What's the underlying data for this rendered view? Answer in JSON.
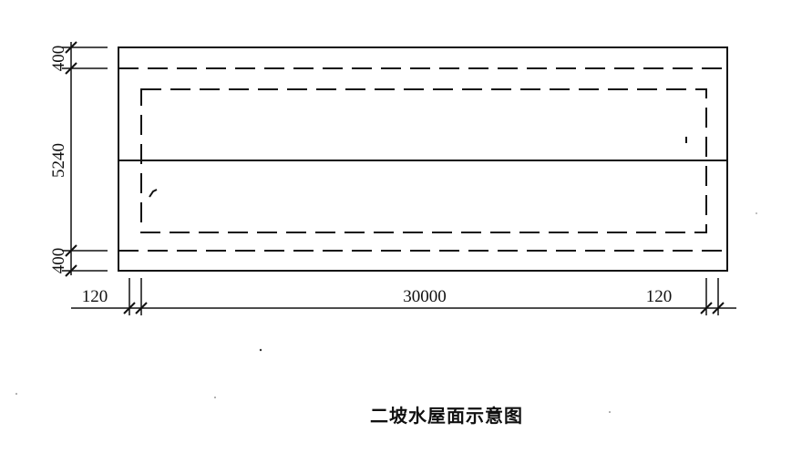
{
  "dimensions": {
    "left_vertical": [
      "400",
      "5240",
      "400"
    ],
    "bottom_horizontal": [
      "120",
      "30000",
      "120"
    ]
  },
  "caption": "二坡水屋面示意图",
  "colors": {
    "line": "#111111",
    "background": "#ffffff"
  }
}
